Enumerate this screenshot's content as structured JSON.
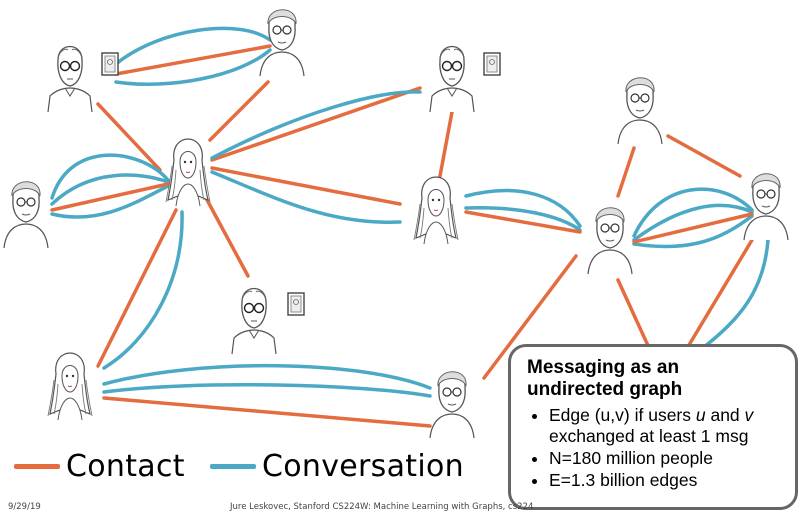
{
  "colors": {
    "contact": "#e46c3f",
    "conversation": "#4ba9c5"
  },
  "legend": {
    "contact_label": "Contact",
    "conversation_label": "Conversation"
  },
  "callout": {
    "title_line1": "Messaging as an",
    "title_line2": "undirected graph",
    "bullet1_a": "Edge (u,v) if users ",
    "bullet1_u": "u",
    "bullet1_b": " and ",
    "bullet1_v": "v",
    "bullet1_c": " exchanged at least 1 msg",
    "bullet2": "N=180 million people",
    "bullet3": "E=1.3 billion edges"
  },
  "footer": {
    "date": "9/29/19",
    "credit": "Jure Leskovec, Stanford CS224W: Machine Learning with Graphs, cs224"
  },
  "icons": [
    "person-man-glasses",
    "person-woman-glasses",
    "person-woman-long-hair",
    "picture-frame"
  ]
}
